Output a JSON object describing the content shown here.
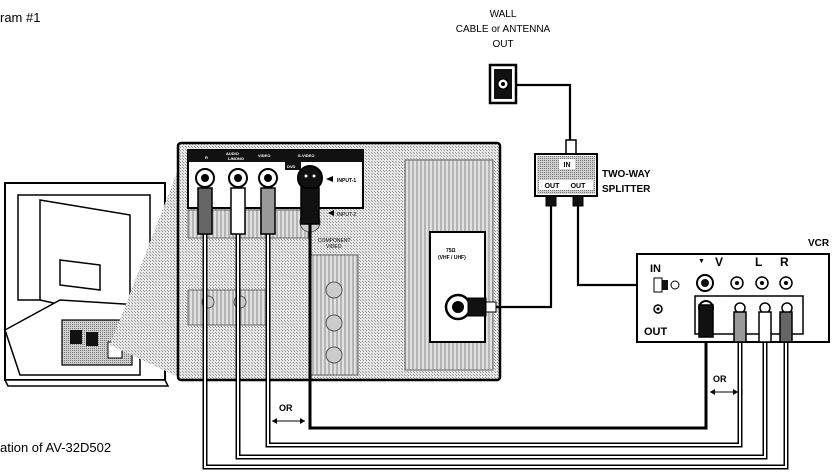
{
  "title": "ram #1",
  "caption": "ation of AV-32D502",
  "wall": {
    "line1": "WALL",
    "line2": "CABLE or ANTENNA",
    "line3": "OUT"
  },
  "splitter": {
    "label_line1": "TWO-WAY",
    "label_line2": "SPLITTER",
    "in_label": "IN",
    "out_label_1": "OUT",
    "out_label_2": "OUT"
  },
  "tv_panel": {
    "audio_label": "AUDIO",
    "r_label": "R",
    "l_mono_label": "L/MONO",
    "video_label": "VIDEO",
    "svideo_label": "S-VIDEO",
    "dvd_label": "DVD",
    "input1_label": "INPUT-1",
    "input2_label": "INPUT-2",
    "component_label_1": "COMPONENT",
    "component_label_2": "VIDEO",
    "ant_label_1": "75Ω",
    "ant_label_2": "(VHF / UHF)"
  },
  "vcr": {
    "title": "VCR",
    "in_label": "IN",
    "out_label": "OUT",
    "v_label": "V",
    "l_label": "L",
    "r_label": "R",
    "svideo_marker": "▼"
  },
  "or_labels": {
    "left": "OR",
    "right": "OR"
  },
  "colors": {
    "line": "#000000",
    "panel": "#d9d9d9",
    "dither": "#bdbdbd",
    "white": "#ffffff",
    "dark": "#111111"
  }
}
